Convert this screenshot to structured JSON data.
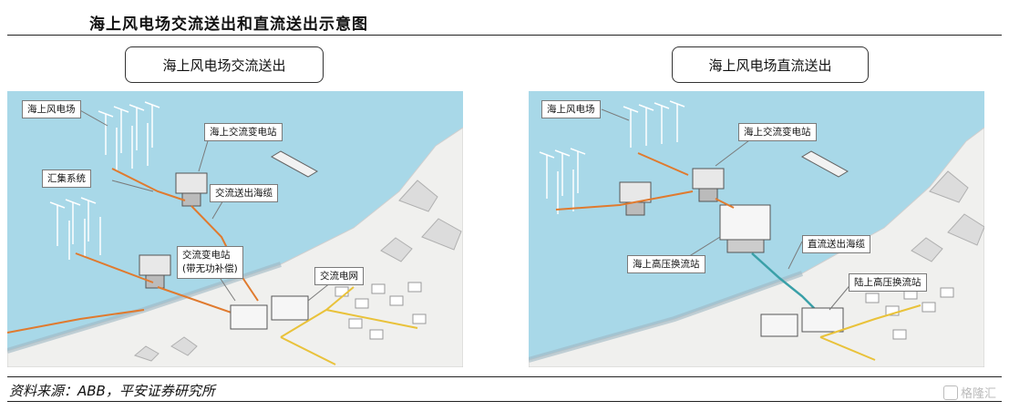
{
  "title": "海上风电场交流送出和直流送出示意图",
  "source": "资料来源：ABB，平安证券研究所",
  "watermark": "格隆汇",
  "colors": {
    "sea": "#a8d8e8",
    "land": "#f0f0ee",
    "ac_cable": "#e07a2e",
    "dc_cable": "#3aa0a8",
    "grid_line": "#e9c23a",
    "callout_border": "#7a7a7a"
  },
  "left_panel": {
    "heading": "海上风电场交流送出",
    "labels": {
      "wind_farm": "海上风电场",
      "ac_offshore_substation": "海上交流变电站",
      "collector_system": "汇集系统",
      "ac_export_cable": "交流送出海缆",
      "ac_substation_line1": "交流变电站",
      "ac_substation_line2": "(带无功补偿)",
      "ac_grid": "交流电网"
    }
  },
  "right_panel": {
    "heading": "海上风电场直流送出",
    "labels": {
      "wind_farm": "海上风电场",
      "ac_offshore_substation": "海上交流变电站",
      "dc_export_cable": "直流送出海缆",
      "offshore_converter": "海上高压换流站",
      "onshore_converter": "陆上高压换流站"
    }
  }
}
